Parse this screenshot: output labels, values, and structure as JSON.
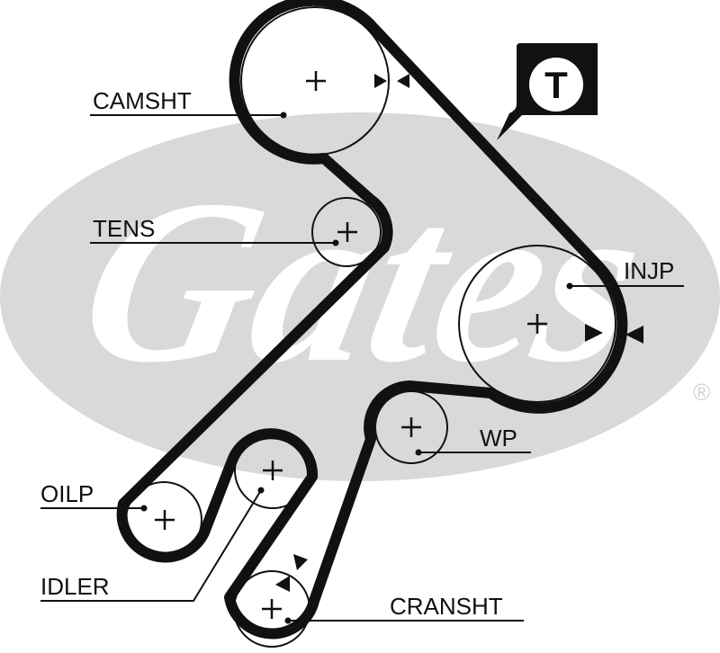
{
  "background_logo": {
    "text": "Gates",
    "trademark": "®",
    "color": "#d9d9d9"
  },
  "tensioner_badge": {
    "letter": "T"
  },
  "labels": {
    "camshaft": "CAMSHT",
    "tensioner": "TENS",
    "injection_pump": "INJP",
    "water_pump": "WP",
    "oil_pump": "OILP",
    "idler": "IDLER",
    "crankshaft": "CRANSHT"
  },
  "colors": {
    "belt": "#111111",
    "logo": "#d9d9d9"
  }
}
